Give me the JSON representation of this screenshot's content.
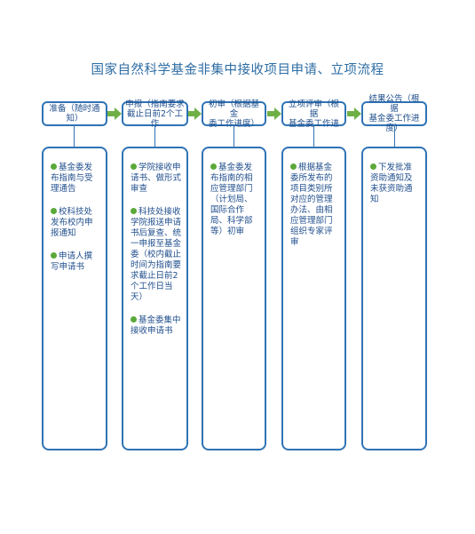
{
  "title": "国家自然科学基金非集中接收项目申请、立项流程",
  "stages": [
    {
      "header": [
        "准备（随时通知）"
      ],
      "items": [
        "基金委发布指南与受理通告",
        "校科技处发布校内申报通知",
        "申请人撰写申请书"
      ]
    },
    {
      "header": [
        "申报（指南要求",
        "截止日前2个工作"
      ],
      "items": [
        "学院接收申请书、做形式审查",
        "科技处接收学院报送申请书后复查、统一申报至基金委（校内截止时间为指南要求截止日前2个工作日当天）",
        "基金委集中接收申请书"
      ]
    },
    {
      "header": [
        "初审（根据基金",
        "委工作进度）"
      ],
      "items": [
        "基金委发布指南的相应管理部门（计划局、国际合作局、科学部等）初审"
      ]
    },
    {
      "header": [
        "立项评审（根据",
        "基金委工作进"
      ],
      "items": [
        "根据基金委所发布的项目类别所对应的管理办法、由相应管理部门组织专家评审"
      ]
    },
    {
      "header": [
        "结果公告（根据",
        "基金委工作进度）"
      ],
      "items": [
        "下发批准资助通知及未获资助通知"
      ]
    }
  ]
}
